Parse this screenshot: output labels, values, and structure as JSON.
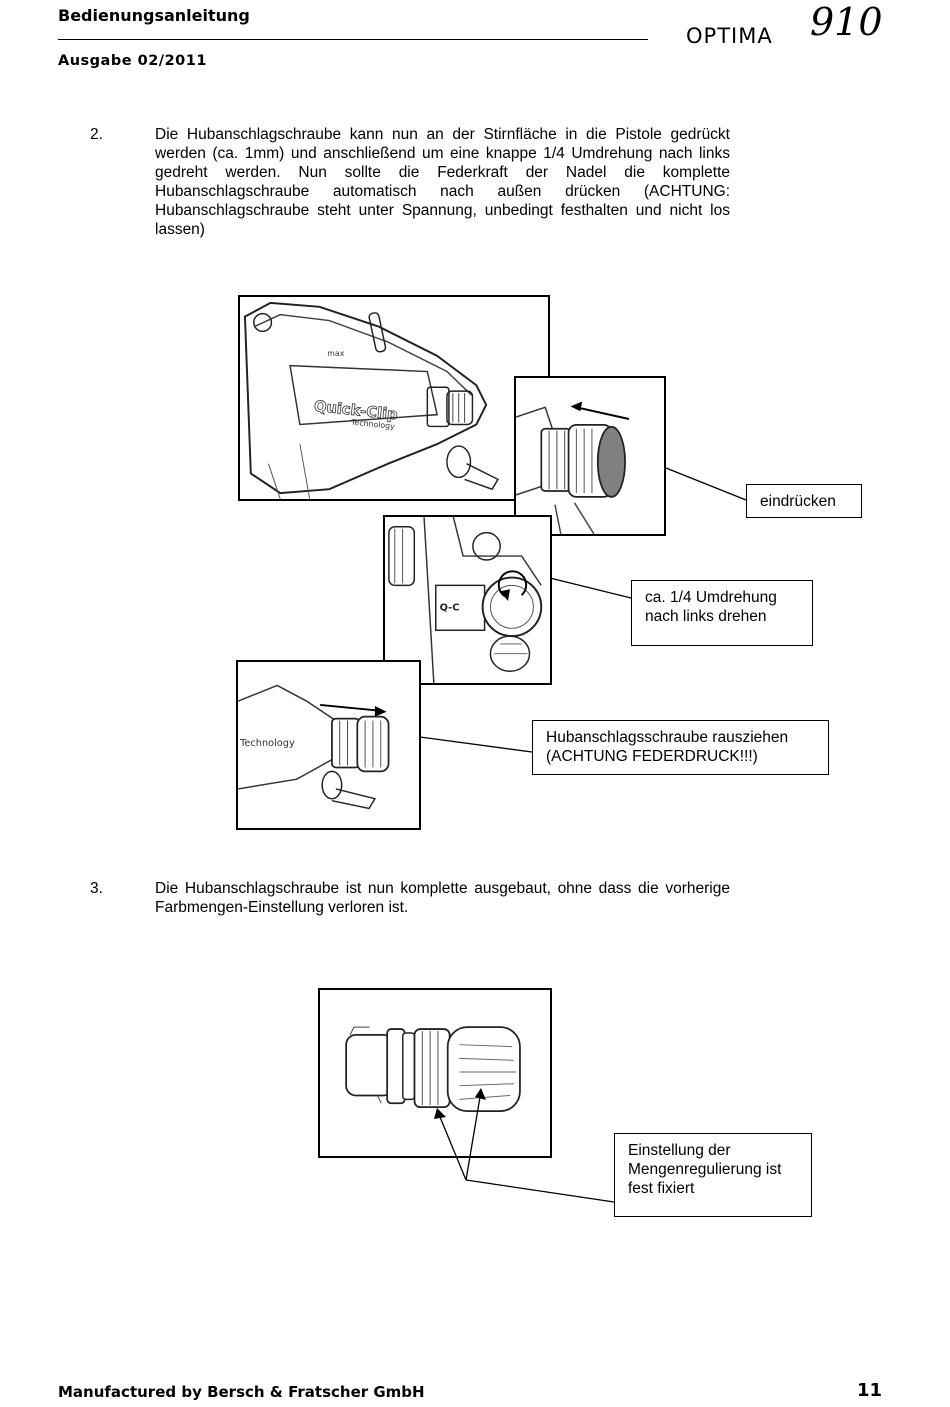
{
  "header": {
    "title": "Bedienungsanleitung",
    "edition": "Ausgabe 02/2011",
    "logo_word": "OPTIMA",
    "logo_number": "910"
  },
  "steps": [
    {
      "number": "2.",
      "text": "Die Hubanschlagschraube kann nun an der Stirnfläche in die Pistole gedrückt werden (ca. 1mm) und anschließend um eine knappe 1/4 Umdrehung nach links gedreht werden. Nun sollte die Federkraft der Nadel die komplette Hubanschlagschraube automatisch nach außen drücken (ACHTUNG: Hubanschlagschraube steht unter Spannung, unbedingt festhalten und nicht los lassen)"
    },
    {
      "number": "3.",
      "text": "Die Hubanschlagschraube ist nun komplette ausgebaut, ohne dass die vorherige Farbmengen-Einstellung verloren ist."
    }
  ],
  "callouts": {
    "press": "eindrücken",
    "turn_line1": "ca. 1/4 Umdrehung",
    "turn_line2": "nach links drehen",
    "pull_line1": "Hubanschlagsschraube rausziehen",
    "pull_line2": "(ACHTUNG FEDERDRUCK!!!)",
    "fixed_line1": "Einstellung der",
    "fixed_line2": "Mengenregulierung ist",
    "fixed_line3": "fest fixiert"
  },
  "photo_labels": {
    "brand_mark": "max",
    "product_line1": "Quick-Clip",
    "product_line2": "Technology"
  },
  "footer": {
    "manufacturer": "Manufactured by Bersch & Fratscher GmbH",
    "page_number": "11"
  }
}
